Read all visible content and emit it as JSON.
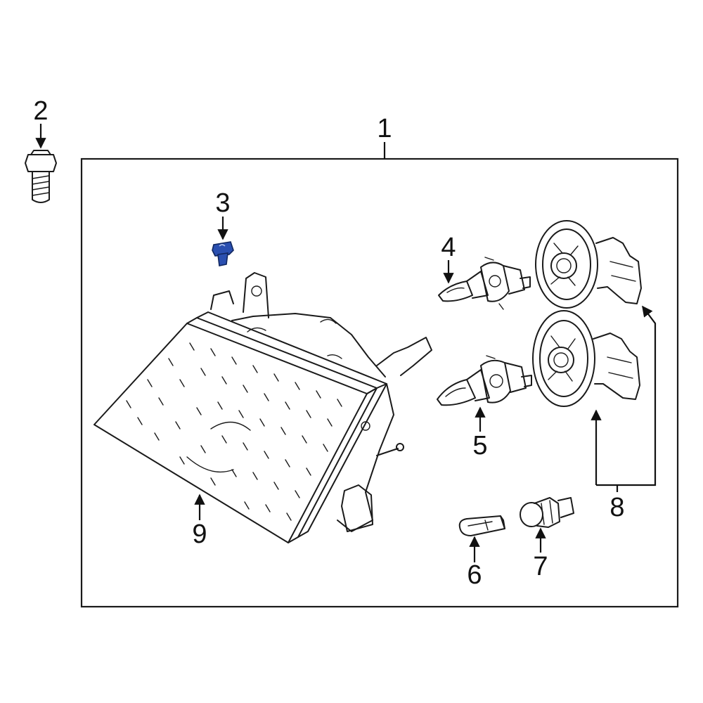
{
  "callouts": {
    "c1": "1",
    "c2": "2",
    "c3": "3",
    "c4": "4",
    "c5": "5",
    "c6": "6",
    "c7": "7",
    "c8": "8",
    "c9": "9"
  },
  "colors": {
    "line": "#1a1a1a",
    "highlight_part": "#2a4fb0",
    "background": "#ffffff"
  }
}
